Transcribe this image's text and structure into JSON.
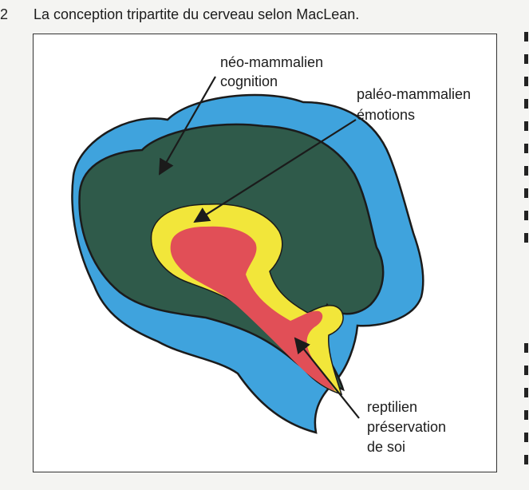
{
  "figure": {
    "number": "2",
    "caption": "La conception tripartite du cerveau selon MacLean."
  },
  "labels": {
    "neo": {
      "line1": "néo-mammalien",
      "line2": "cognition"
    },
    "paleo": {
      "line1": "paléo-mammalien",
      "line2": "émotions"
    },
    "reptilian": {
      "line1": "reptilien",
      "line2": "préservation",
      "line3": "de soi"
    }
  },
  "colors": {
    "outer_blue": "#3fa3dd",
    "neo_green": "#2f5a4a",
    "paleo_yellow": "#f2e63a",
    "reptilian_red": "#e14f57",
    "outline": "#1b1b1b"
  }
}
